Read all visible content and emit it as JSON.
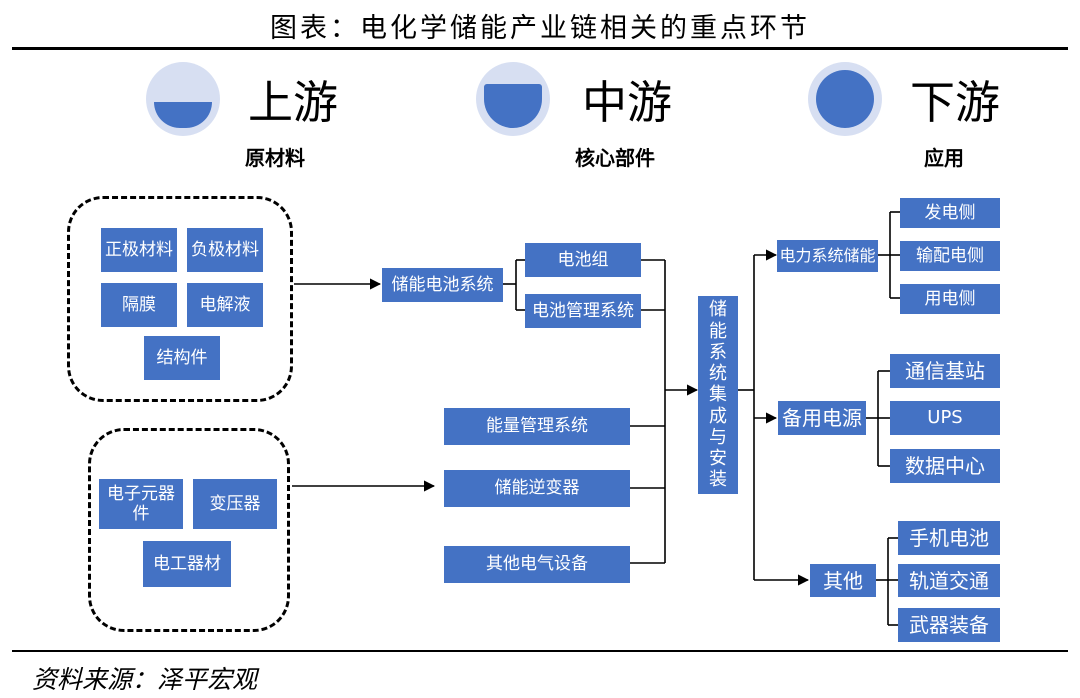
{
  "title": "图表：电化学储能产业链相关的重点环节",
  "stages": {
    "upstream": {
      "label": "上游",
      "sub": "原材料",
      "fill_level": 0.33
    },
    "midstream": {
      "label": "中游",
      "sub": "核心部件",
      "fill_level": 0.6
    },
    "downstream": {
      "label": "下游",
      "sub": "应用",
      "fill_level": 1.0
    }
  },
  "upstream_group1": [
    "正极材料",
    "负极材料",
    "隔膜",
    "电解液",
    "结构件"
  ],
  "upstream_group2": [
    "电子元器件",
    "变压器",
    "电工器材"
  ],
  "midstream": {
    "battery_system": "储能电池系统",
    "battery_pack": "电池组",
    "bms": "电池管理系统",
    "ems": "能量管理系统",
    "inverter": "储能逆变器",
    "other_equipment": "其他电气设备",
    "integration": [
      "储",
      "能",
      "系",
      "统",
      "集",
      "成",
      "与",
      "安",
      "装"
    ]
  },
  "downstream": {
    "power_storage": {
      "label": "电力系统储能",
      "items": [
        "发电侧",
        "输配电侧",
        "用电侧"
      ]
    },
    "backup_power": {
      "label": "备用电源",
      "items": [
        "通信基站",
        "UPS",
        "数据中心"
      ]
    },
    "others": {
      "label": "其他",
      "items": [
        "手机电池",
        "轨道交通",
        "武器装备"
      ]
    }
  },
  "colors": {
    "box": "#4472c4",
    "circle_bg": "#d7dff2",
    "line": "#000000"
  },
  "source": "资料来源：泽平宏观"
}
